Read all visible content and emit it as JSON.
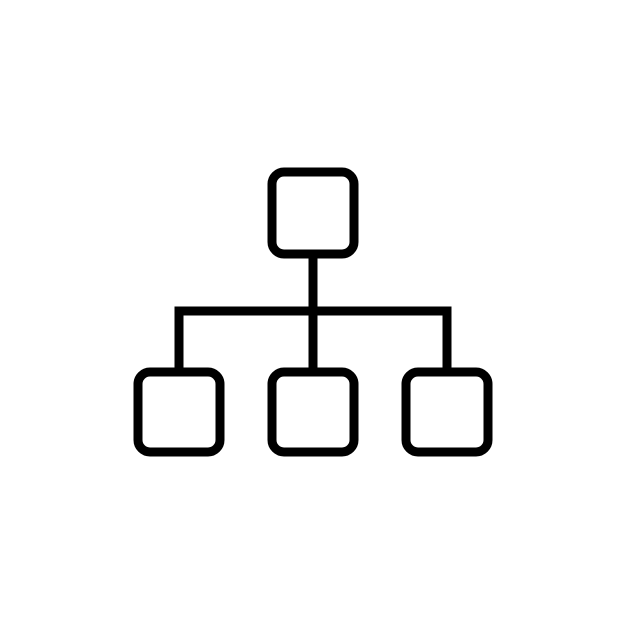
{
  "icon": {
    "name": "hierarchy-icon",
    "stroke_color": "#000000",
    "background_color": "#ffffff",
    "nodes": [
      {
        "id": "root",
        "level": 0
      },
      {
        "id": "child-left",
        "level": 1
      },
      {
        "id": "child-middle",
        "level": 1
      },
      {
        "id": "child-right",
        "level": 1
      }
    ]
  }
}
